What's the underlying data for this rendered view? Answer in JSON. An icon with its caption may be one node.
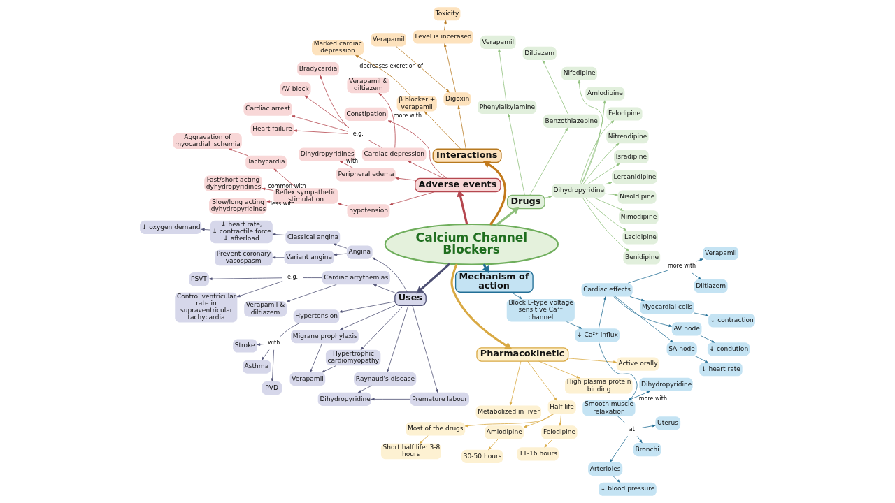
{
  "diagram": {
    "nodes": [
      {
        "text": [
          "Calcium Channel Blockers"
        ]
      },
      {
        "text": [
          "Adverse events"
        ]
      },
      {
        "text": [
          "hypotension"
        ]
      },
      {
        "text": [
          "Reflex sympathetic stimulation"
        ]
      },
      {
        "text": [
          "Tachycardia"
        ]
      },
      {
        "text": [
          "Aggravation of myocardial ischemia"
        ]
      },
      {
        "text": [
          "Fast/short acting dyhydropyridines"
        ]
      },
      {
        "text": [
          "Slow/long acting dyhydropyridines"
        ]
      },
      {
        "text": [
          "Peripheral edema"
        ]
      },
      {
        "text": [
          "Dihydropyridines"
        ]
      },
      {
        "text": [
          "Cardiac depression"
        ]
      },
      {
        "text": [
          "e.g."
        ]
      },
      {
        "text": [
          "AV block"
        ]
      },
      {
        "text": [
          "Bradycardia"
        ]
      },
      {
        "text": [
          "Cardiac arrest"
        ]
      },
      {
        "text": [
          "Heart failure"
        ]
      },
      {
        "text": [
          "Verapamil & diltiazem"
        ]
      },
      {
        "text": [
          "Constipation"
        ]
      },
      {
        "text": [
          "Interactions"
        ]
      },
      {
        "text": [
          "β blocker + verapamil"
        ]
      },
      {
        "text": [
          "Marked cardiac depression"
        ]
      },
      {
        "text": [
          "Digoxin"
        ]
      },
      {
        "text": [
          "Level is incerased"
        ]
      },
      {
        "text": [
          "Toxicity"
        ]
      },
      {
        "text": [
          "Verapamil"
        ]
      },
      {
        "text": [
          "Drugs"
        ]
      },
      {
        "text": [
          "Phenylalkylamine"
        ]
      },
      {
        "text": [
          "Verapamil"
        ]
      },
      {
        "text": [
          "Benzothiazepine"
        ]
      },
      {
        "text": [
          "Diltiazem"
        ]
      },
      {
        "text": [
          "Dihydropyridine"
        ]
      },
      {
        "text": [
          "Nifedipine"
        ]
      },
      {
        "text": [
          "Amlodipine"
        ]
      },
      {
        "text": [
          "Felodipine"
        ]
      },
      {
        "text": [
          "Nitrendipine"
        ]
      },
      {
        "text": [
          "Isradipine"
        ]
      },
      {
        "text": [
          "Lercanidipine"
        ]
      },
      {
        "text": [
          "Nisoldipine"
        ]
      },
      {
        "text": [
          "Nimodipine"
        ]
      },
      {
        "text": [
          "Lacidipine"
        ]
      },
      {
        "text": [
          "Benidipine"
        ]
      },
      {
        "text": [
          "Mechanism of action"
        ]
      },
      {
        "text": [
          "Block L-type voltage sensitive Ca²⁺ channel"
        ]
      },
      {
        "text": [
          "↓ Ca²⁺ influx"
        ]
      },
      {
        "text": [
          "Smooth muscle relaxation"
        ]
      },
      {
        "text": [
          "Dihydropyridine"
        ]
      },
      {
        "text": [
          "at"
        ]
      },
      {
        "text": [
          "Arterioles"
        ]
      },
      {
        "text": [
          "↓ blood pressure"
        ]
      },
      {
        "text": [
          "Bronchi"
        ]
      },
      {
        "text": [
          "Uterus"
        ]
      },
      {
        "text": [
          "Cardiac effects"
        ]
      },
      {
        "text": [
          "more with"
        ]
      },
      {
        "text": [
          "Verapamil"
        ]
      },
      {
        "text": [
          "Diltiazem"
        ]
      },
      {
        "text": [
          "SA node"
        ]
      },
      {
        "text": [
          "↓ heart rate"
        ]
      },
      {
        "text": [
          "AV node"
        ]
      },
      {
        "text": [
          "↓ condution"
        ]
      },
      {
        "text": [
          "Myocardial cells"
        ]
      },
      {
        "text": [
          "↓ contraction"
        ]
      },
      {
        "text": [
          "Pharmacokinetic"
        ]
      },
      {
        "text": [
          "Metabolized in liver"
        ]
      },
      {
        "text": [
          "Half-life"
        ]
      },
      {
        "text": [
          "Most of the drugs"
        ]
      },
      {
        "text": [
          "Short half life: 3-8 hours"
        ]
      },
      {
        "text": [
          "Amlodipine"
        ]
      },
      {
        "text": [
          "30-50 hours"
        ]
      },
      {
        "text": [
          "Felodipine"
        ]
      },
      {
        "text": [
          "11-16 hours"
        ]
      },
      {
        "text": [
          "Active orally"
        ]
      },
      {
        "text": [
          "High plasma protein binding"
        ]
      },
      {
        "text": [
          "Uses"
        ]
      },
      {
        "text": [
          "Angina"
        ]
      },
      {
        "text": [
          "Classical angina"
        ]
      },
      {
        "text": [
          "↓ heart rate, ↓ contractile force ↓ afterload"
        ]
      },
      {
        "text": [
          "↓ oxygen demand"
        ]
      },
      {
        "text": [
          "Variant angina"
        ]
      },
      {
        "text": [
          "Prevent coronary vasospasm"
        ]
      },
      {
        "text": [
          "Cardiac arrythemias"
        ]
      },
      {
        "text": [
          "e.g."
        ]
      },
      {
        "text": [
          "PSVT"
        ]
      },
      {
        "text": [
          "Control ventricular rate in supraventricular tachycardia"
        ]
      },
      {
        "text": [
          "Verapamil & diltiazem"
        ]
      },
      {
        "text": [
          "Hypertension"
        ]
      },
      {
        "text": [
          "with"
        ]
      },
      {
        "text": [
          "Stroke"
        ]
      },
      {
        "text": [
          "Asthma"
        ]
      },
      {
        "text": [
          "PVD"
        ]
      },
      {
        "text": [
          "Migrane prophylexis"
        ]
      },
      {
        "text": [
          "Verapamil"
        ]
      },
      {
        "text": [
          "Hypertrophic cardiomyopathy"
        ]
      },
      {
        "text": [
          "Raynaud's disease"
        ]
      },
      {
        "text": [
          "Premature labour"
        ]
      },
      {
        "text": [
          "Dihydropyridine"
        ]
      }
    ],
    "edges": [
      {
        "from": 0,
        "to": 25,
        "arrow": "to",
        "style": "thick",
        "color": "#8fc07c"
      },
      {
        "from": 0,
        "to": 18,
        "arrow": "to",
        "style": "thick",
        "color": "#c27a1c"
      },
      {
        "from": 0,
        "to": 1,
        "arrow": "to",
        "style": "thick",
        "color": "#b5474f"
      },
      {
        "from": 0,
        "to": 72,
        "arrow": "to",
        "style": "thick"
      },
      {
        "from": 0,
        "to": 61,
        "arrow": "to",
        "style": "thick",
        "color": "#d9a943"
      },
      {
        "from": 0,
        "to": 41,
        "arrow": "to",
        "style": "thick",
        "color": "#236f96"
      },
      {
        "from": 25,
        "to": 30,
        "arrow": "to",
        "color": "#8fc07c"
      },
      {
        "from": 30,
        "to": 40,
        "arrow": "to",
        "color": "#8fc07c"
      },
      {
        "from": 30,
        "to": 39,
        "arrow": "to",
        "color": "#8fc07c"
      },
      {
        "from": 30,
        "to": 38,
        "arrow": "to",
        "color": "#8fc07c"
      },
      {
        "from": 30,
        "to": 37,
        "arrow": "to",
        "color": "#8fc07c"
      },
      {
        "from": 30,
        "to": 36,
        "arrow": "to",
        "color": "#8fc07c"
      },
      {
        "from": 30,
        "to": 35,
        "arrow": "to",
        "color": "#8fc07c"
      },
      {
        "from": 30,
        "to": 34,
        "arrow": "to",
        "color": "#8fc07c"
      },
      {
        "from": 30,
        "to": 33,
        "arrow": "to",
        "color": "#8fc07c"
      },
      {
        "from": 30,
        "to": 32,
        "arrow": "to",
        "color": "#8fc07c"
      },
      {
        "from": 30,
        "to": 31,
        "arrow": "to",
        "color": "#8fc07c"
      },
      {
        "from": 25,
        "to": 28,
        "arrow": "to",
        "color": "#8fc07c"
      },
      {
        "from": 28,
        "to": 29,
        "arrow": "to",
        "color": "#8fc07c"
      },
      {
        "from": 25,
        "to": 26,
        "arrow": "to",
        "color": "#8fc07c"
      },
      {
        "from": 26,
        "to": 27,
        "arrow": "to",
        "color": "#8fc07c"
      },
      {
        "from": 18,
        "to": 21,
        "arrow": "to",
        "color": "#b7791f"
      },
      {
        "from": 24,
        "to": 21,
        "arrow": "to",
        "label": "decreases excretion of",
        "color": "#b7791f"
      },
      {
        "from": 21,
        "to": 22,
        "arrow": "to",
        "color": "#b7791f"
      },
      {
        "from": 22,
        "to": 23,
        "arrow": "to",
        "color": "#b7791f"
      },
      {
        "from": 18,
        "to": 19,
        "arrow": "to",
        "color": "#b7791f"
      },
      {
        "from": 19,
        "to": 20,
        "arrow": "to",
        "color": "#b7791f"
      },
      {
        "from": 1,
        "to": 17,
        "arrow": "to",
        "color": "#b5474f"
      },
      {
        "from": 1,
        "to": 10,
        "arrow": "to",
        "color": "#b5474f"
      },
      {
        "from": 10,
        "to": 16,
        "arrow": "to",
        "label": "more with",
        "color": "#b5474f"
      },
      {
        "from": 10,
        "to": 11,
        "arrow": "none",
        "color": "#b5474f"
      },
      {
        "from": 11,
        "to": 13,
        "arrow": "to",
        "color": "#b5474f"
      },
      {
        "from": 11,
        "to": 12,
        "arrow": "to",
        "color": "#b5474f"
      },
      {
        "from": 11,
        "to": 14,
        "arrow": "to",
        "color": "#b5474f"
      },
      {
        "from": 11,
        "to": 15,
        "arrow": "to",
        "color": "#b5474f"
      },
      {
        "from": 1,
        "to": 8,
        "arrow": "to",
        "color": "#b5474f"
      },
      {
        "from": 8,
        "to": 9,
        "arrow": "to",
        "label": "with",
        "color": "#b5474f"
      },
      {
        "from": 1,
        "to": 2,
        "arrow": "to",
        "color": "#b5474f"
      },
      {
        "from": 2,
        "to": 3,
        "arrow": "to",
        "color": "#b5474f"
      },
      {
        "from": 3,
        "to": 4,
        "arrow": "to",
        "color": "#b5474f"
      },
      {
        "from": 4,
        "to": 5,
        "arrow": "to",
        "color": "#b5474f"
      },
      {
        "from": 3,
        "to": 6,
        "arrow": "to",
        "label": "common with",
        "color": "#b5474f"
      },
      {
        "from": 3,
        "to": 7,
        "arrow": "to",
        "label": "less with",
        "color": "#b5474f"
      },
      {
        "from": 72,
        "to": 73,
        "arrow": "to"
      },
      {
        "from": 73,
        "to": 74,
        "arrow": "to"
      },
      {
        "from": 74,
        "to": 75,
        "arrow": "to"
      },
      {
        "from": 75,
        "to": 76,
        "arrow": "to"
      },
      {
        "from": 73,
        "to": 77,
        "arrow": "to"
      },
      {
        "from": 77,
        "to": 78,
        "arrow": "to"
      },
      {
        "from": 72,
        "to": 79,
        "arrow": "to"
      },
      {
        "from": 79,
        "to": 80,
        "arrow": "none"
      },
      {
        "from": 80,
        "to": 81,
        "arrow": "to"
      },
      {
        "from": 80,
        "to": 82,
        "arrow": "to"
      },
      {
        "from": 79,
        "to": 83,
        "arrow": "to"
      },
      {
        "from": 72,
        "to": 84,
        "arrow": "to"
      },
      {
        "from": 84,
        "to": 85,
        "arrow": "none"
      },
      {
        "from": 85,
        "to": 86,
        "arrow": "to"
      },
      {
        "from": 85,
        "to": 87,
        "arrow": "to"
      },
      {
        "from": 85,
        "to": 88,
        "arrow": "to"
      },
      {
        "from": 72,
        "to": 89,
        "arrow": "to"
      },
      {
        "from": 89,
        "to": 90,
        "arrow": "to"
      },
      {
        "from": 72,
        "to": 91,
        "arrow": "to"
      },
      {
        "from": 91,
        "to": 90,
        "arrow": "to"
      },
      {
        "from": 72,
        "to": 92,
        "arrow": "to"
      },
      {
        "from": 92,
        "to": 94,
        "arrow": "to"
      },
      {
        "from": 72,
        "to": 93,
        "arrow": "to"
      },
      {
        "from": 93,
        "to": 94,
        "arrow": "to"
      },
      {
        "from": 61,
        "to": 62,
        "arrow": "to",
        "color": "#d9a943"
      },
      {
        "from": 61,
        "to": 63,
        "arrow": "to",
        "color": "#d9a943"
      },
      {
        "from": 63,
        "to": 64,
        "arrow": "to",
        "color": "#d9a943"
      },
      {
        "from": 64,
        "to": 65,
        "arrow": "to",
        "color": "#d9a943"
      },
      {
        "from": 63,
        "to": 66,
        "arrow": "to",
        "color": "#d9a943"
      },
      {
        "from": 66,
        "to": 67,
        "arrow": "to",
        "color": "#d9a943"
      },
      {
        "from": 63,
        "to": 68,
        "arrow": "to",
        "color": "#d9a943"
      },
      {
        "from": 68,
        "to": 69,
        "arrow": "to",
        "color": "#d9a943"
      },
      {
        "from": 61,
        "to": 71,
        "arrow": "to",
        "color": "#d9a943"
      },
      {
        "from": 61,
        "to": 70,
        "arrow": "to",
        "color": "#d9a943"
      },
      {
        "from": 41,
        "to": 42,
        "arrow": "to",
        "color": "#236f96"
      },
      {
        "from": 42,
        "to": 43,
        "arrow": "to",
        "color": "#236f96"
      },
      {
        "from": 43,
        "to": 44,
        "arrow": "to",
        "color": "#236f96"
      },
      {
        "from": 44,
        "to": 46,
        "arrow": "none",
        "color": "#236f96"
      },
      {
        "from": 46,
        "to": 47,
        "arrow": "to",
        "color": "#236f96"
      },
      {
        "from": 47,
        "to": 48,
        "arrow": "to",
        "color": "#236f96"
      },
      {
        "from": 46,
        "to": 49,
        "arrow": "to",
        "color": "#236f96"
      },
      {
        "from": 46,
        "to": 50,
        "arrow": "to",
        "color": "#236f96"
      },
      {
        "from": 44,
        "to": 45,
        "arrow": "to",
        "label": "more with",
        "color": "#236f96"
      },
      {
        "from": 43,
        "to": 51,
        "arrow": "to",
        "color": "#236f96"
      },
      {
        "from": 51,
        "to": 55,
        "arrow": "to",
        "color": "#236f96"
      },
      {
        "from": 55,
        "to": 56,
        "arrow": "to",
        "color": "#236f96"
      },
      {
        "from": 51,
        "to": 57,
        "arrow": "to",
        "color": "#236f96"
      },
      {
        "from": 57,
        "to": 58,
        "arrow": "to",
        "color": "#236f96"
      },
      {
        "from": 51,
        "to": 59,
        "arrow": "to",
        "color": "#236f96"
      },
      {
        "from": 59,
        "to": 60,
        "arrow": "to",
        "color": "#236f96"
      },
      {
        "from": 51,
        "to": 52,
        "arrow": "none",
        "color": "#236f96"
      },
      {
        "from": 52,
        "to": 54,
        "arrow": "to",
        "color": "#236f96"
      },
      {
        "from": 52,
        "to": 53,
        "arrow": "to",
        "color": "#236f96"
      }
    ]
  }
}
